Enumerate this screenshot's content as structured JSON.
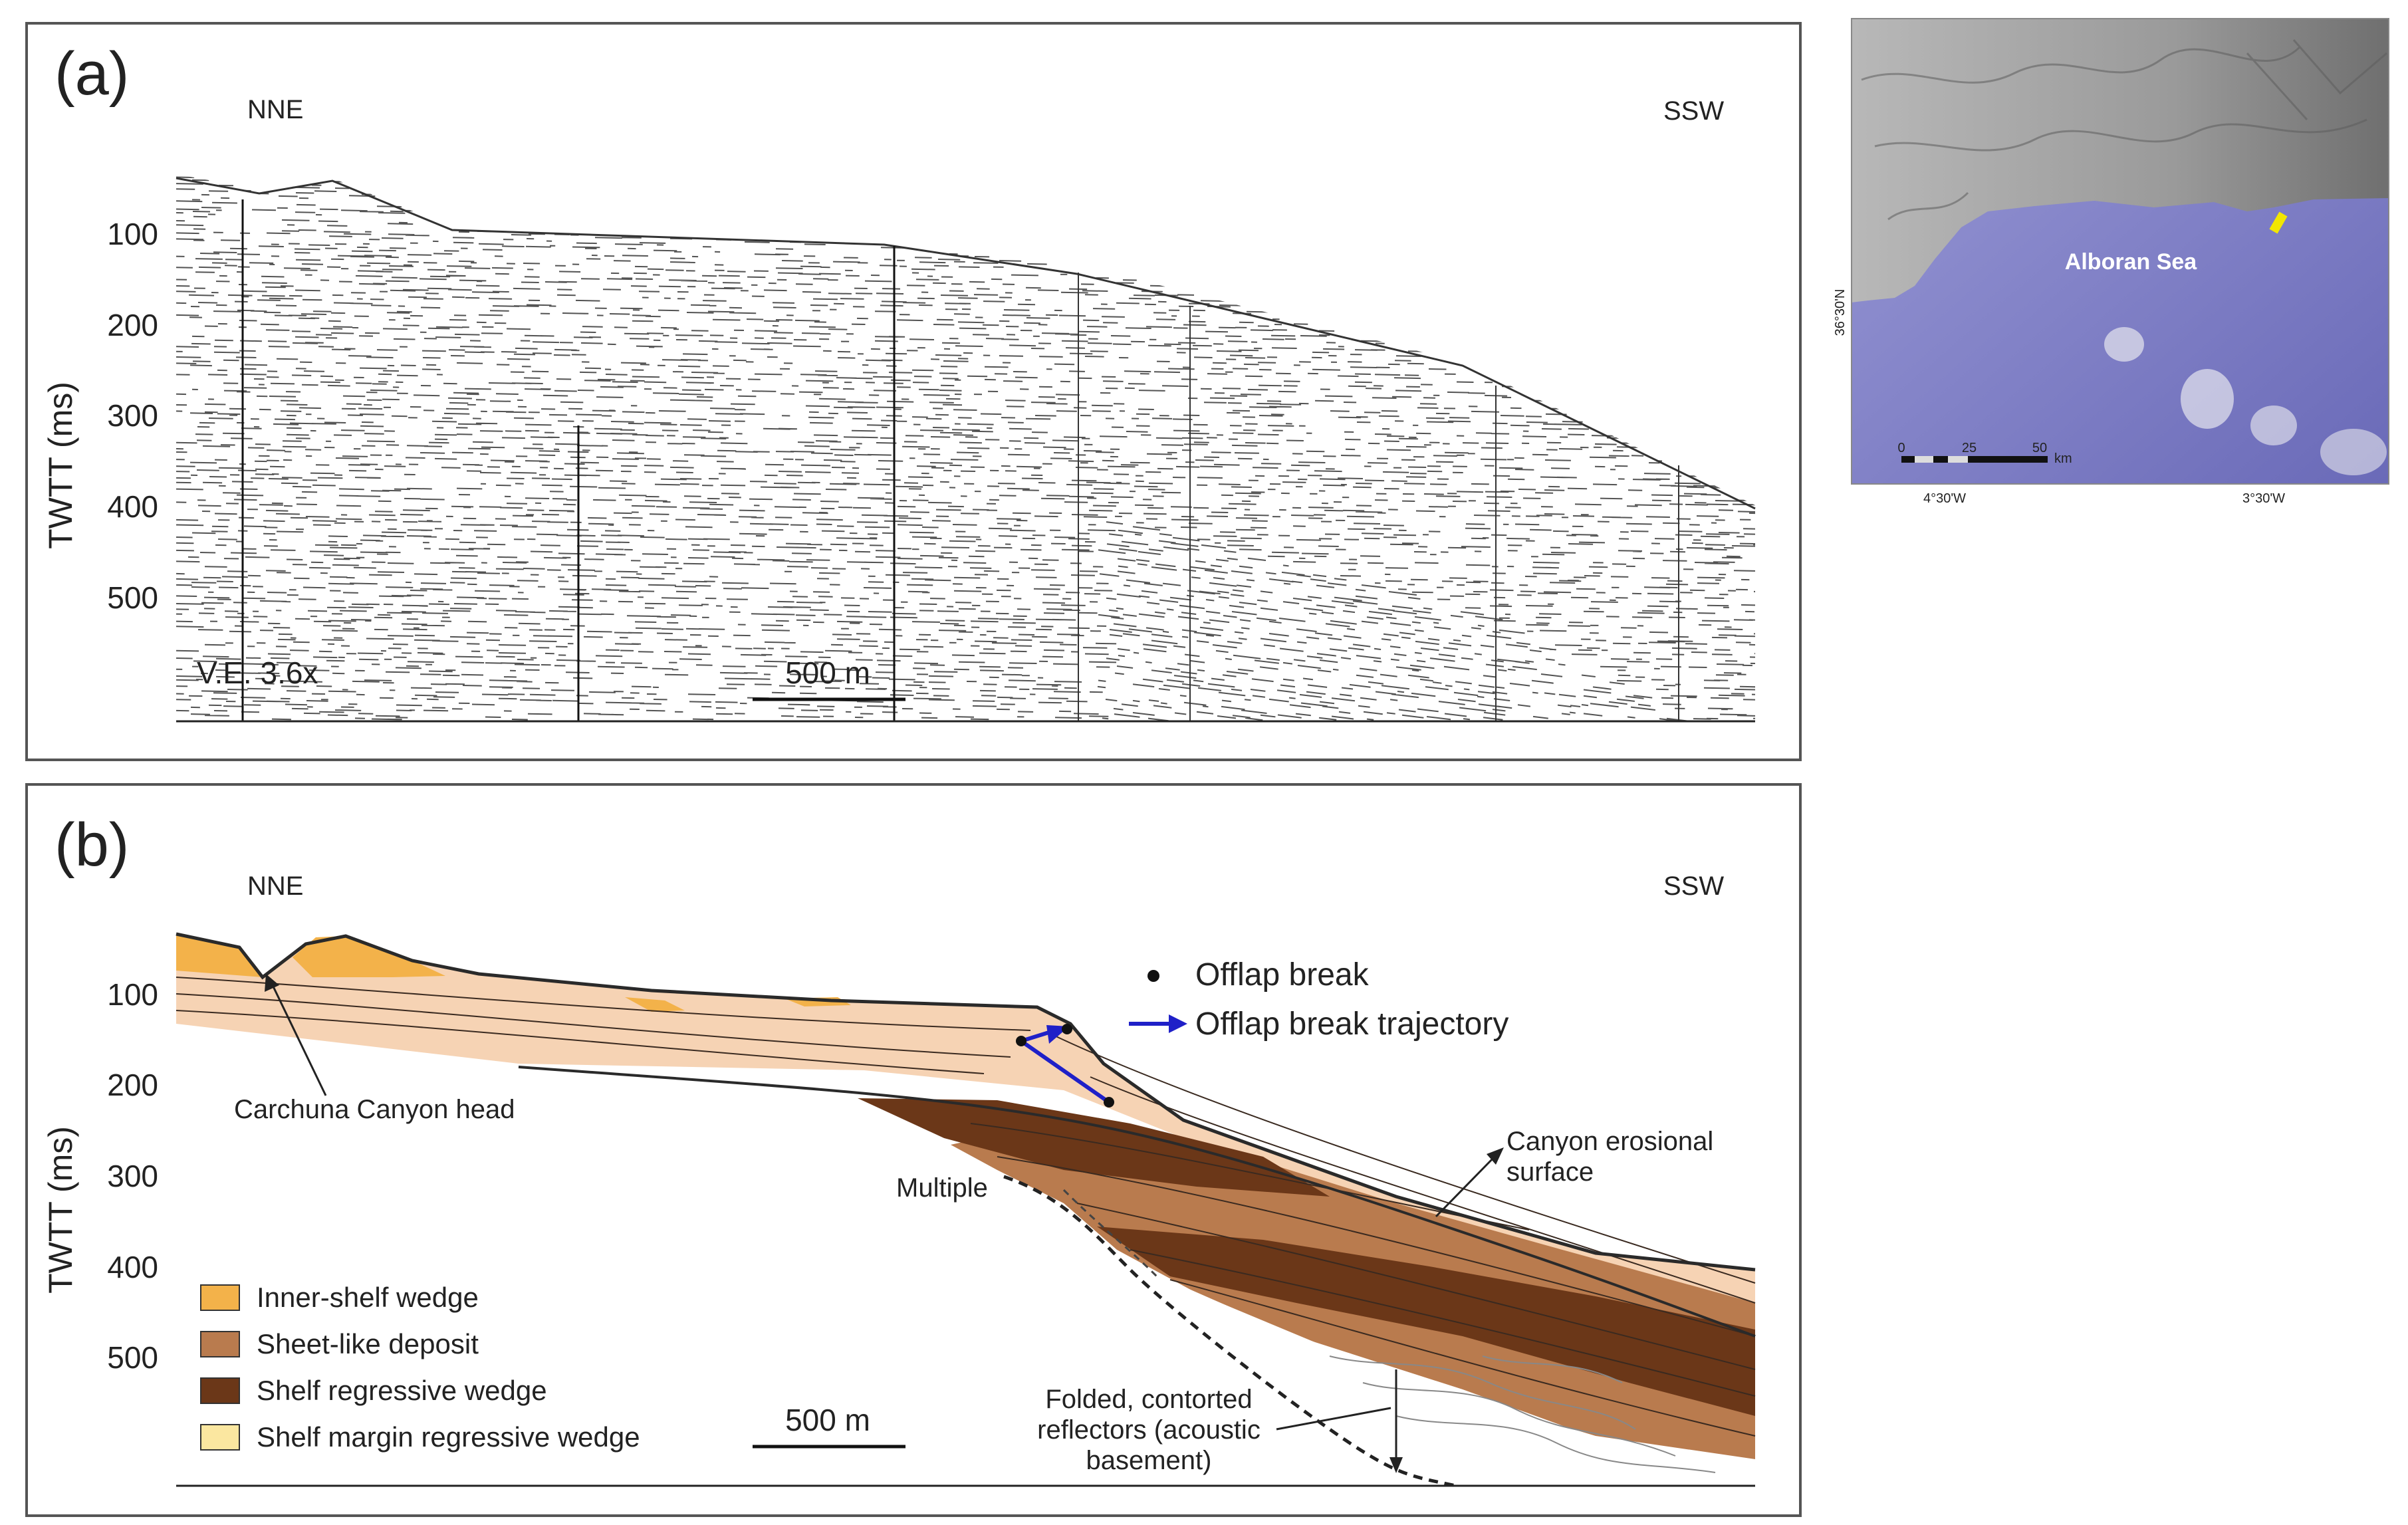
{
  "panel_a": {
    "label": "(a)",
    "dir_left": "NNE",
    "dir_right": "SSW",
    "y_axis_title": "TWTT  (ms)",
    "y_ticks": [
      "100",
      "200",
      "300",
      "400",
      "500"
    ],
    "ve_label": "V.E. 3.6x",
    "scale_label": "500 m"
  },
  "panel_b": {
    "label": "(b)",
    "dir_left": "NNE",
    "dir_right": "SSW",
    "y_axis_title": "TWTT  (ms)",
    "y_ticks": [
      "100",
      "200",
      "300",
      "400",
      "500"
    ],
    "scale_label": "500 m",
    "annotations": {
      "canyon_head": "Carchuna Canyon head",
      "multiple": "Multiple",
      "canyon_surface_1": "Canyon erosional",
      "canyon_surface_2": "surface",
      "folded_1": "Folded, contorted",
      "folded_2": "reflectors (acoustic",
      "folded_3": "basement)"
    },
    "key": {
      "offlap_break": "Offlap break",
      "offlap_trajectory": "Offlap break trajectory"
    },
    "legend": [
      {
        "label": "Inner-shelf wedge",
        "color": "#f3b24a"
      },
      {
        "label": "Sheet-like deposit",
        "color": "#b97b4e"
      },
      {
        "label": "Shelf regressive wedge",
        "color": "#6b3718"
      },
      {
        "label": "Shelf margin regressive wedge",
        "color": "#fbe7a0"
      }
    ],
    "colors": {
      "top_unit": "#f6d3b4",
      "sheet": "#b97b4e",
      "wedge": "#6b3718",
      "trajectory": "#1f20c8"
    }
  },
  "inset_map": {
    "sea_label": "Alboran Sea",
    "lat_label": "36°30'N",
    "lon_left": "4°30'W",
    "lon_right": "3°30'W",
    "scale_ticks": [
      "0",
      "25",
      "50"
    ],
    "scale_unit": "km",
    "colors": {
      "sea": "#7c7cc8",
      "land": "#a9a9a9",
      "marker": "#f2e600"
    }
  }
}
